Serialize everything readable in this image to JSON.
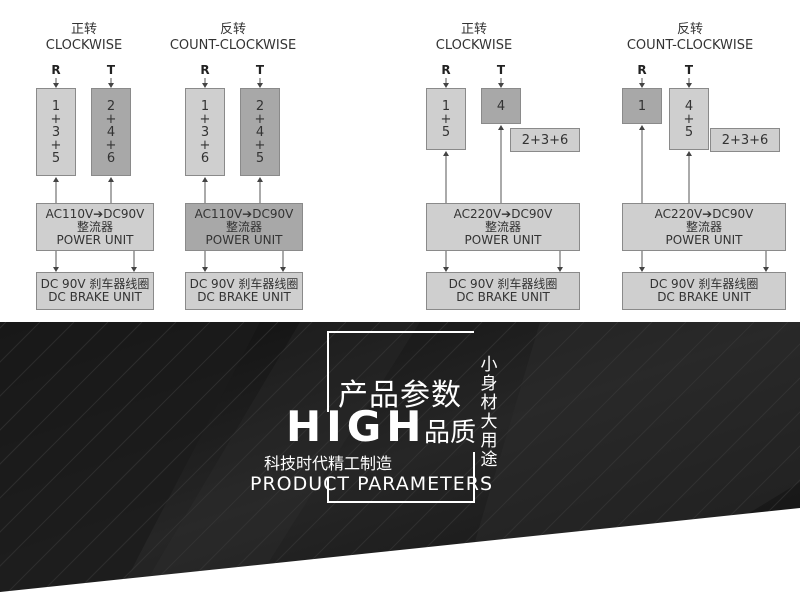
{
  "diagrams": [
    {
      "title_cn": "正转",
      "title_en": "CLOCKWISE",
      "r": "R",
      "t": "T",
      "left_box": [
        "1",
        "+",
        "3",
        "+",
        "5"
      ],
      "right_box": [
        "2",
        "+",
        "4",
        "+",
        "6"
      ],
      "extra": "",
      "unit": [
        "AC110V➔DC90V",
        "整流器",
        "POWER UNIT"
      ],
      "brake": [
        "DC 90V 刹车器线圈",
        "DC BRAKE UNIT"
      ]
    },
    {
      "title_cn": "反转",
      "title_en": "COUNT-CLOCKWISE",
      "r": "R",
      "t": "T",
      "left_box": [
        "1",
        "+",
        "3",
        "+",
        "6"
      ],
      "right_box": [
        "2",
        "+",
        "4",
        "+",
        "5"
      ],
      "extra": "",
      "unit": [
        "AC110V➔DC90V",
        "整流器",
        "POWER UNIT"
      ],
      "brake": [
        "DC 90V 刹车器线圈",
        "DC BRAKE UNIT"
      ]
    },
    {
      "title_cn": "正转",
      "title_en": "CLOCKWISE",
      "r": "R",
      "t": "T",
      "left_box": [
        "1",
        "+",
        "5"
      ],
      "right_box": [
        "4"
      ],
      "extra": "2+3+6",
      "unit": [
        "AC220V➔DC90V",
        "整流器",
        "POWER UNIT"
      ],
      "brake": [
        "DC 90V 刹车器线圈",
        "DC BRAKE UNIT"
      ]
    },
    {
      "title_cn": "反转",
      "title_en": "COUNT-CLOCKWISE",
      "r": "R",
      "t": "T",
      "left_box": [
        "1"
      ],
      "right_box": [
        "4",
        "+",
        "5"
      ],
      "extra": "2+3+6",
      "unit": [
        "AC220V➔DC90V",
        "整流器",
        "POWER UNIT"
      ],
      "brake": [
        "DC 90V 刹车器线圈",
        "DC BRAKE UNIT"
      ]
    }
  ],
  "banner": {
    "title_cn": "产品参数",
    "high": "HIGH",
    "quality": "品质",
    "vertical": "小身材大用途",
    "tagline": "科技时代精工制造",
    "subtitle": "PRODUCT PARAMETERS"
  },
  "colors": {
    "light_box": "#cfcfcf",
    "dark_box": "#a8a8a8",
    "banner_bg": "#1a1a1a"
  }
}
